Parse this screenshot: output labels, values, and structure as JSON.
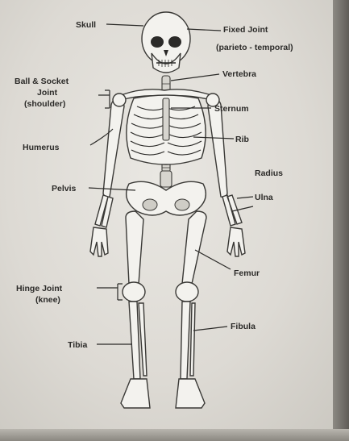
{
  "labels": {
    "skull": "Skull",
    "fixed_joint_1": "Fixed Joint",
    "fixed_joint_2": "(parieto - temporal)",
    "vertebra": "Vertebra",
    "ball_socket_1": "Ball & Socket",
    "ball_socket_2": "Joint",
    "ball_socket_3": "(shoulder)",
    "sternum": "Sternum",
    "rib": "Rib",
    "humerus": "Humerus",
    "radius": "Radius",
    "pelvis": "Pelvis",
    "ulna": "Ulna",
    "femur": "Femur",
    "hinge_1": "Hinge Joint",
    "hinge_2": "(knee)",
    "fibula": "Fibula",
    "tibia": "Tibia"
  }
}
